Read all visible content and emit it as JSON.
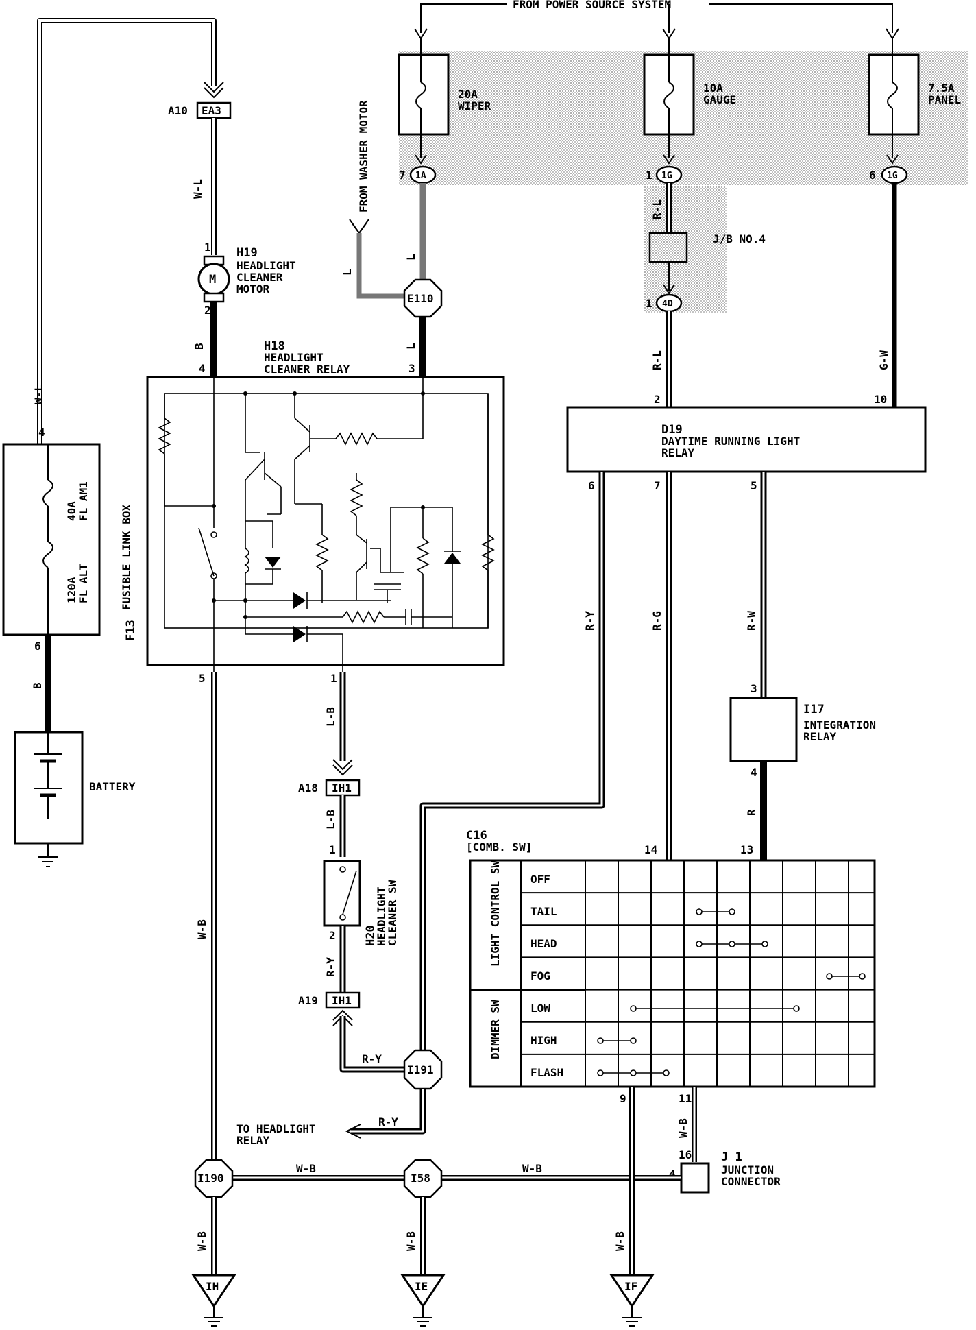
{
  "power_source": "FROM POWER SOURCE SYSTEM",
  "fuses": [
    {
      "rating": "20A",
      "name": "WIPER",
      "pin": "7",
      "conn": "1A"
    },
    {
      "rating": "10A",
      "name": "GAUGE",
      "pin": "1",
      "conn": "1G"
    },
    {
      "rating": "7.5A",
      "name": "PANEL",
      "pin": "6",
      "conn": "1G"
    }
  ],
  "washer_motor": "FROM WASHER MOTOR",
  "connectors": {
    "ea3": "EA3",
    "a10": "A10",
    "ih1_top": "IH1",
    "a18": "A18",
    "ih1_bottom": "IH1",
    "a19": "A19",
    "e110": "E110",
    "jb_no4": "J/B NO.4",
    "c4d": "4D",
    "c4d_pin": "1",
    "i191": "I191",
    "i190": "I190",
    "i58": "I58"
  },
  "components": {
    "h19": {
      "id": "H19",
      "name_lines": [
        "HEADLIGHT",
        "CLEANER",
        "MOTOR"
      ],
      "symbol": "M",
      "pin_top": "1",
      "pin_bottom": "2"
    },
    "h18": {
      "id": "H18",
      "name_lines": [
        "HEADLIGHT",
        "CLEANER RELAY"
      ],
      "pins": [
        "4",
        "3",
        "5",
        "1"
      ]
    },
    "f13": {
      "id": "F13",
      "name": "FUSIBLE LINK BOX",
      "pin_top": "4",
      "pin_bottom": "6",
      "fuse1_rating": "40A",
      "fuse1_name": "FL AM1",
      "fuse2_rating": "120A",
      "fuse2_name": "FL ALT"
    },
    "battery": "BATTERY",
    "d19": {
      "id": "D19",
      "name_lines": [
        "DAYTIME RUNNING LIGHT",
        "RELAY"
      ],
      "pins": [
        "2",
        "10",
        "6",
        "7",
        "5"
      ]
    },
    "i17": {
      "id": "I17",
      "name_lines": [
        "INTEGRATION",
        "RELAY"
      ],
      "pin_top": "3",
      "pin_bottom": "4"
    },
    "h20": {
      "id": "H20",
      "name_lines": [
        "HEADLIGHT",
        "CLEANER SW"
      ],
      "pin_top": "1",
      "pin_bottom": "2"
    },
    "c16": {
      "id": "C16",
      "name": "[COMB. SW]",
      "pins": [
        "14",
        "13",
        "9",
        "11"
      ]
    },
    "j1": {
      "id": "J 1",
      "name_lines": [
        "JUNCTION",
        "CONNECTOR"
      ],
      "pin_top": "16",
      "pin_left": "4"
    }
  },
  "switch_table": {
    "light_group": "LIGHT CONTROL SW",
    "dimmer_group": "DIMMER SW",
    "rows": [
      "OFF",
      "TAIL",
      "HEAD",
      "FOG",
      "LOW",
      "HIGH",
      "FLASH"
    ]
  },
  "wires": {
    "wl1": "W-L",
    "wl2": "W-L",
    "b1": "B",
    "b2": "B",
    "l1": "L",
    "l2": "L",
    "l3": "L",
    "rl1": "R-L",
    "rl2": "R-L",
    "gw": "G-W",
    "ry1": "R-Y",
    "rg": "R-G",
    "rw": "R-W",
    "lb1": "L-B",
    "lb2": "L-B",
    "ry2": "R-Y",
    "ry3": "R-Y",
    "ry4": "R-Y",
    "r": "R",
    "wb1": "W-B",
    "wb2": "W-B",
    "wb3": "W-B",
    "wb4": "W-B",
    "wb5": "W-B",
    "wb6": "W-B",
    "wb7": "W-B"
  },
  "to_headlight": [
    "TO HEADLIGHT",
    "RELAY"
  ],
  "grounds": [
    "IH",
    "IE",
    "IF"
  ]
}
